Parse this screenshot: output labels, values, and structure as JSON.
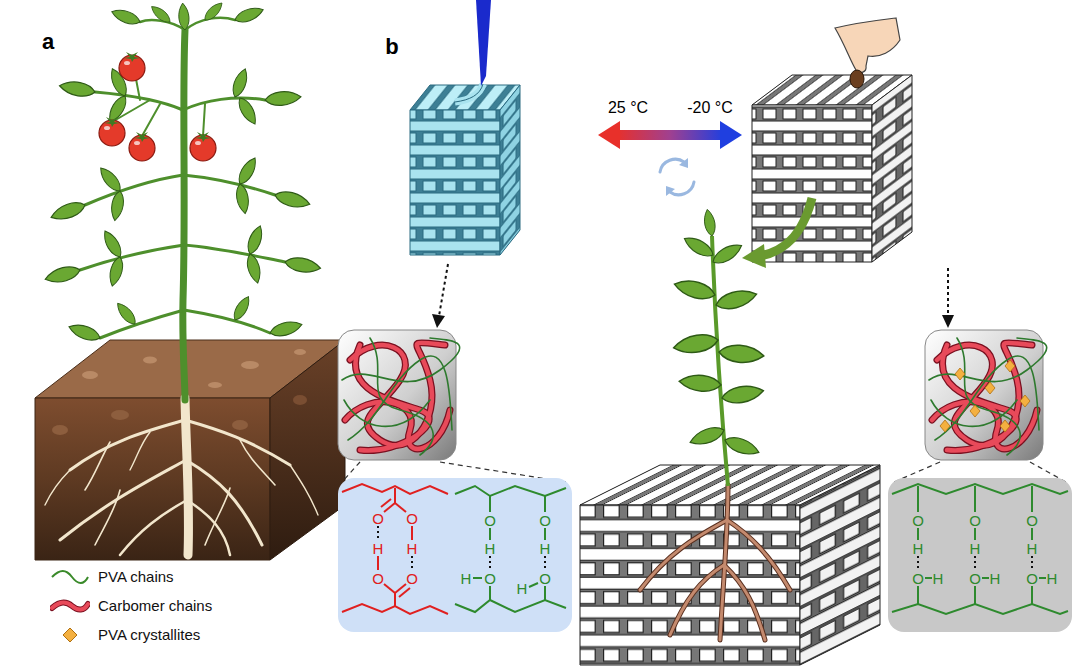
{
  "diagram": {
    "labels": [
      "a",
      "b",
      "25 °C",
      "-20 °C",
      "O",
      "O",
      "H",
      "H",
      "O",
      "O",
      "O",
      "H",
      "O",
      "H",
      "O",
      "H",
      "O",
      "H",
      "O",
      "H",
      "O",
      "H",
      "O",
      "H",
      "O",
      "H",
      "O",
      "H",
      "O",
      "H"
    ],
    "legend": [
      {
        "text": "PVA chains"
      },
      {
        "text": "Carbomer chains"
      },
      {
        "text": "PVA crystallites"
      }
    ]
  }
}
